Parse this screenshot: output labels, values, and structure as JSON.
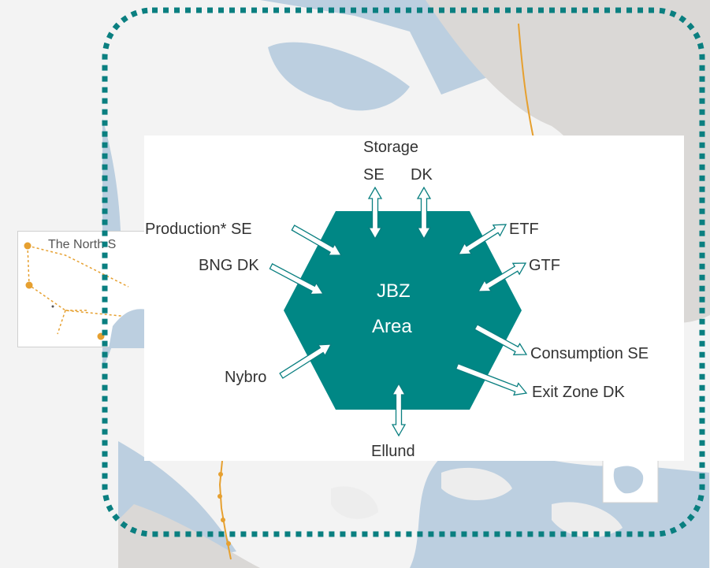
{
  "inset": {
    "title": "The North S"
  },
  "hub": {
    "line1": "JBZ",
    "line2": "Area"
  },
  "storage": {
    "title": "Storage",
    "se": "SE",
    "dk": "DK"
  },
  "inputs": {
    "production": "Production* SE",
    "bng": "BNG DK",
    "nybro": "Nybro",
    "ellund": "Ellund"
  },
  "outputs": {
    "etf": "ETF",
    "gtf": "GTF",
    "consumption": "Consumption SE",
    "exit_zone": "Exit Zone DK"
  },
  "colors": {
    "hub": "#008785",
    "frame": "#0a7f80",
    "arrow_stroke": "#0a7f80",
    "water": "#bccfe0",
    "land": "#ededed",
    "neighbor_land": "#dad8d6",
    "pipeline": "#e6a030"
  }
}
